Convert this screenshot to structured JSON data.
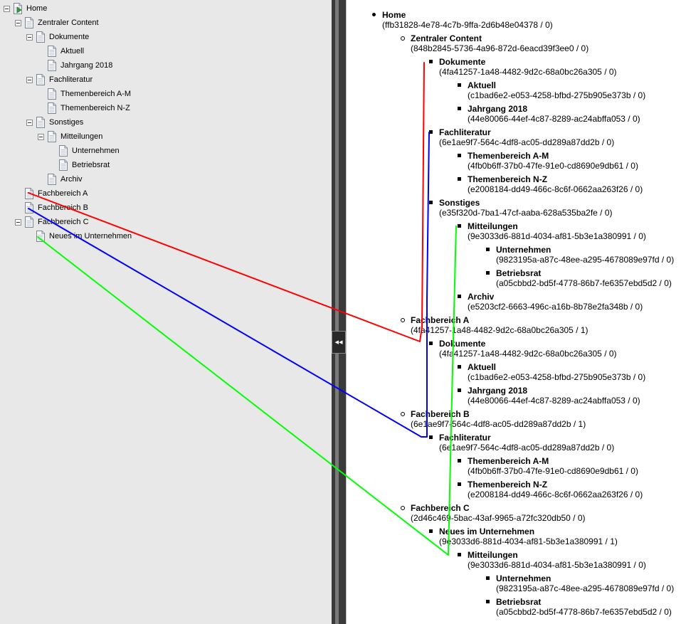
{
  "left_tree": {
    "nodes": [
      {
        "label": "Home",
        "level": 0,
        "toggle": true,
        "icon": "page-arrow-icon"
      },
      {
        "label": "Zentraler Content",
        "level": 1,
        "toggle": true,
        "icon": "page-icon"
      },
      {
        "label": "Dokumente",
        "level": 2,
        "toggle": true,
        "icon": "page-icon"
      },
      {
        "label": "Aktuell",
        "level": 3,
        "toggle": false,
        "icon": "page-icon"
      },
      {
        "label": "Jahrgang 2018",
        "level": 3,
        "toggle": false,
        "icon": "page-icon"
      },
      {
        "label": "Fachliteratur",
        "level": 2,
        "toggle": true,
        "icon": "page-icon"
      },
      {
        "label": "Themenbereich A-M",
        "level": 3,
        "toggle": false,
        "icon": "page-icon"
      },
      {
        "label": "Themenbereich N-Z",
        "level": 3,
        "toggle": false,
        "icon": "page-icon"
      },
      {
        "label": "Sonstiges",
        "level": 2,
        "toggle": true,
        "icon": "page-icon"
      },
      {
        "label": "Mitteilungen",
        "level": 3,
        "toggle": true,
        "icon": "page-icon"
      },
      {
        "label": "Unternehmen",
        "level": 4,
        "toggle": false,
        "icon": "page-icon"
      },
      {
        "label": "Betriebsrat",
        "level": 4,
        "toggle": false,
        "icon": "page-icon"
      },
      {
        "label": "Archiv",
        "level": 3,
        "toggle": false,
        "icon": "page-icon"
      },
      {
        "label": "Fachbereich A",
        "level": 1,
        "toggle": false,
        "icon": "page-icon"
      },
      {
        "label": "Fachbereich B",
        "level": 1,
        "toggle": false,
        "icon": "page-icon"
      },
      {
        "label": "Fachbereich C",
        "level": 1,
        "toggle": true,
        "icon": "page-icon"
      },
      {
        "label": "Neues im Unternehmen",
        "level": 2,
        "toggle": false,
        "icon": "page-icon"
      }
    ]
  },
  "splitter": {
    "collapse_glyph": "◂◂"
  },
  "right_list": {
    "items": [
      {
        "title": "Home",
        "sub": "(ffb31828-4e78-4c7b-9ffa-2d6b48e04378 / 0)",
        "level": 0
      },
      {
        "title": "Zentraler Content",
        "sub": "(848b2845-5736-4a96-872d-6eacd39f3ee0 / 0)",
        "level": 1
      },
      {
        "title": "Dokumente",
        "sub": "(4fa41257-1a48-4482-9d2c-68a0bc26a305 / 0)",
        "level": 2
      },
      {
        "title": "Aktuell",
        "sub": "(c1bad6e2-e053-4258-bfbd-275b905e373b / 0)",
        "level": 3
      },
      {
        "title": "Jahrgang 2018",
        "sub": "(44e80066-44ef-4c87-8289-ac24abffa053 / 0)",
        "level": 3
      },
      {
        "title": "Fachliteratur",
        "sub": "(6e1ae9f7-564c-4df8-ac05-dd289a87dd2b / 0)",
        "level": 2
      },
      {
        "title": "Themenbereich A-M",
        "sub": "(4fb0b6ff-37b0-47fe-91e0-cd8690e9db61 / 0)",
        "level": 3
      },
      {
        "title": "Themenbereich N-Z",
        "sub": "(e2008184-dd49-466c-8c6f-0662aa263f26 / 0)",
        "level": 3
      },
      {
        "title": "Sonstiges",
        "sub": "(e35f320d-7ba1-47cf-aaba-628a535ba2fe / 0)",
        "level": 2
      },
      {
        "title": "Mitteilungen",
        "sub": "(9e3033d6-881d-4034-af81-5b3e1a380991 / 0)",
        "level": 3
      },
      {
        "title": "Unternehmen",
        "sub": "(9823195a-a87c-48ee-a295-4678089e97fd / 0)",
        "level": 4
      },
      {
        "title": "Betriebsrat",
        "sub": "(a05cbbd2-bd5f-4778-86b7-fe6357ebd5d2 / 0)",
        "level": 4
      },
      {
        "title": "Archiv",
        "sub": "(e5203cf2-6663-496c-a16b-8b78e2fa348b / 0)",
        "level": 3
      },
      {
        "title": "Fachbereich A",
        "sub": "(4fa41257-1a48-4482-9d2c-68a0bc26a305 / 1)",
        "level": 1
      },
      {
        "title": "Dokumente",
        "sub": "(4fa41257-1a48-4482-9d2c-68a0bc26a305 / 0)",
        "level": 2
      },
      {
        "title": "Aktuell",
        "sub": "(c1bad6e2-e053-4258-bfbd-275b905e373b / 0)",
        "level": 3
      },
      {
        "title": "Jahrgang 2018",
        "sub": "(44e80066-44ef-4c87-8289-ac24abffa053 / 0)",
        "level": 3
      },
      {
        "title": "Fachbereich B",
        "sub": "(6e1ae9f7-564c-4df8-ac05-dd289a87dd2b / 1)",
        "level": 1
      },
      {
        "title": "Fachliteratur",
        "sub": "(6e1ae9f7-564c-4df8-ac05-dd289a87dd2b / 0)",
        "level": 2
      },
      {
        "title": "Themenbereich A-M",
        "sub": "(4fb0b6ff-37b0-47fe-91e0-cd8690e9db61 / 0)",
        "level": 3
      },
      {
        "title": "Themenbereich N-Z",
        "sub": "(e2008184-dd49-466c-8c6f-0662aa263f26 / 0)",
        "level": 3
      },
      {
        "title": "Fachbereich C",
        "sub": "(2d46c469-5bac-43af-9965-a72fc320db50 / 0)",
        "level": 1
      },
      {
        "title": "Neues im Unternehmen",
        "sub": "(9e3033d6-881d-4034-af81-5b3e1a380991 / 1)",
        "level": 2
      },
      {
        "title": "Mitteilungen",
        "sub": "(9e3033d6-881d-4034-af81-5b3e1a380991 / 0)",
        "level": 3
      },
      {
        "title": "Unternehmen",
        "sub": "(9823195a-a87c-48ee-a295-4678089e97fd / 0)",
        "level": 4
      },
      {
        "title": "Betriebsrat",
        "sub": "(a05cbbd2-bd5f-4778-86b7-fe6357ebd5d2 / 0)",
        "level": 4
      }
    ]
  },
  "annotation_lines": {
    "colors": {
      "red": "#ff0000",
      "blue": "#0000ff",
      "green": "#00ff00"
    }
  }
}
